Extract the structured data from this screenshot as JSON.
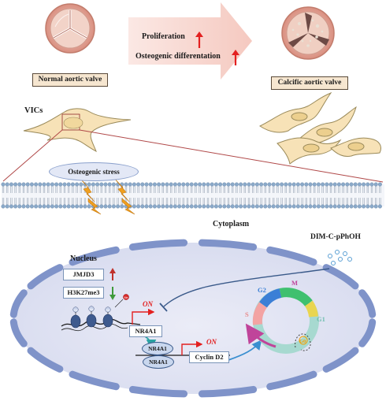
{
  "top": {
    "normal_valve_label": "Normal aortic valve",
    "calcific_valve_label": "Calcific aortic valve",
    "proliferation_label": "Proliferation",
    "osteogenic_diff_label": "Osteogenic differentation"
  },
  "cells": {
    "vics_label": "VICs"
  },
  "membrane": {
    "stress_label": "Osteogenic stress"
  },
  "cell_interior": {
    "cytoplasm_label": "Cytoplasm",
    "nucleus_label": "Nucleus",
    "jmjd3_label": "JMJD3",
    "h3k27me3_label": "H3K27me3",
    "on_label_1": "ON",
    "on_label_2": "ON",
    "nr4a1_gene_label": "NR4A1",
    "nr4a1_protein_label_1": "NR4A1",
    "nr4a1_protein_label_2": "NR4A1",
    "cyclin_d2_label": "Cyclin D2",
    "me_label": "Me"
  },
  "drug": {
    "compound_label": "DIM-C-pPhOH"
  },
  "cell_cycle": {
    "g2_label": "G2",
    "m_label": "M",
    "s_label": "S",
    "g1_label": "G1",
    "g0_label": "G0"
  },
  "colors": {
    "arrow_up": "#e32020",
    "arrow_down": "#3f9a3a",
    "valve_fill": "#efc4b8",
    "cell_fill": "#f7e2b7",
    "nucleus_fill": "#e4e6f5",
    "cell_border": "#7f93c9",
    "membrane_head": "#8aa9c9",
    "lightning": "#f0a020",
    "g2": "#3b7fd6",
    "m": "#3fc06f",
    "s": "#f3a3a3",
    "g1": "#a7d9d0",
    "g0": "#f4a000"
  }
}
